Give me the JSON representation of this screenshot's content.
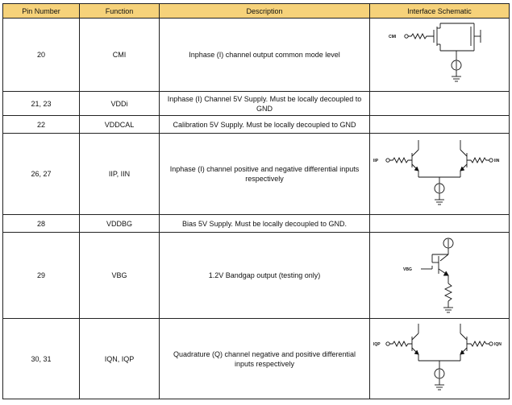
{
  "headers": {
    "pin": "Pin Number",
    "function": "Function",
    "description": "Description",
    "schematic": "Interface Schematic"
  },
  "rows": [
    {
      "pin": "20",
      "function": "CMI",
      "description": "Inphase (I) channel output common mode level",
      "schematic_label": "CMI"
    },
    {
      "pin": "21, 23",
      "function": "VDDi",
      "description": "Inphase (I) Channel 5V Supply. Must be locally decoupled to GND"
    },
    {
      "pin": "22",
      "function": "VDDCAL",
      "description": "Calibration 5V Supply. Must be locally decoupled to GND"
    },
    {
      "pin": "26, 27",
      "function": "IIP, IIN",
      "description": "Inphase (I) channel positive and negative  differential inputs respectively",
      "schematic_left": "IIP",
      "schematic_right": "IIN"
    },
    {
      "pin": "28",
      "function": "VDDBG",
      "description": "Bias 5V Supply. Must be locally decoupled to GND."
    },
    {
      "pin": "29",
      "function": "VBG",
      "description": "1.2V Bandgap output (testing only)",
      "schematic_label": "VBG"
    },
    {
      "pin": "30, 31",
      "function": "IQN, IQP",
      "description": "Quadrature (Q) channel negative and positive differential inputs respectively",
      "schematic_left": "IQP",
      "schematic_right": "IQN"
    }
  ]
}
